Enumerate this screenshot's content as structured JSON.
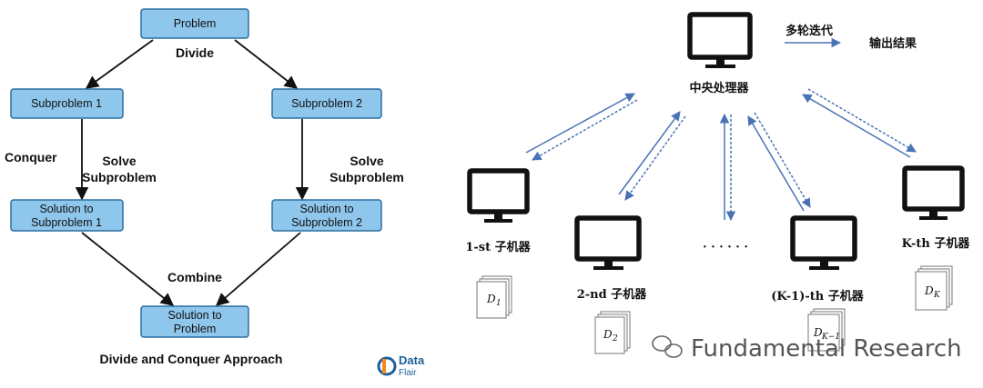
{
  "left_diagram": {
    "problem": "Problem",
    "divide": "Divide",
    "subproblem1": "Subproblem 1",
    "subproblem2": "Subproblem 2",
    "conquer": "Conquer",
    "solve_left_1": "Solve",
    "solve_left_2": "Subproblem",
    "solve_right_1": "Solve",
    "solve_right_2": "Subproblem",
    "solution1_line1": "Solution to",
    "solution1_line2": "Subproblem 1",
    "solution2_line1": "Solution to",
    "solution2_line2": "Subproblem 2",
    "combine": "Combine",
    "final_line1": "Solution to",
    "final_line2": "Problem",
    "caption": "Divide and Conquer Approach",
    "logo_word1": "Data",
    "logo_word2": "Flair",
    "box_color": "#8fc6ec"
  },
  "right_diagram": {
    "central": "中央处理器",
    "legend_iter": "多轮迭代",
    "legend_output": "输出结果",
    "worker1": "1-st 子机器",
    "worker2": "2-nd 子机器",
    "ellipsis": "· · · · · ·",
    "worker3": "(K-1)-th 子机器",
    "worker4": "K-th 子机器",
    "data1_sym": "D",
    "data1_sub": "1",
    "data2_sym": "D",
    "data2_sub": "2",
    "data3_sym": "D",
    "data3_sub": "K−1",
    "data4_sym": "D",
    "data4_sub": "K",
    "arrow_color": "#4a73b5"
  },
  "watermark": "Fundamental Research"
}
